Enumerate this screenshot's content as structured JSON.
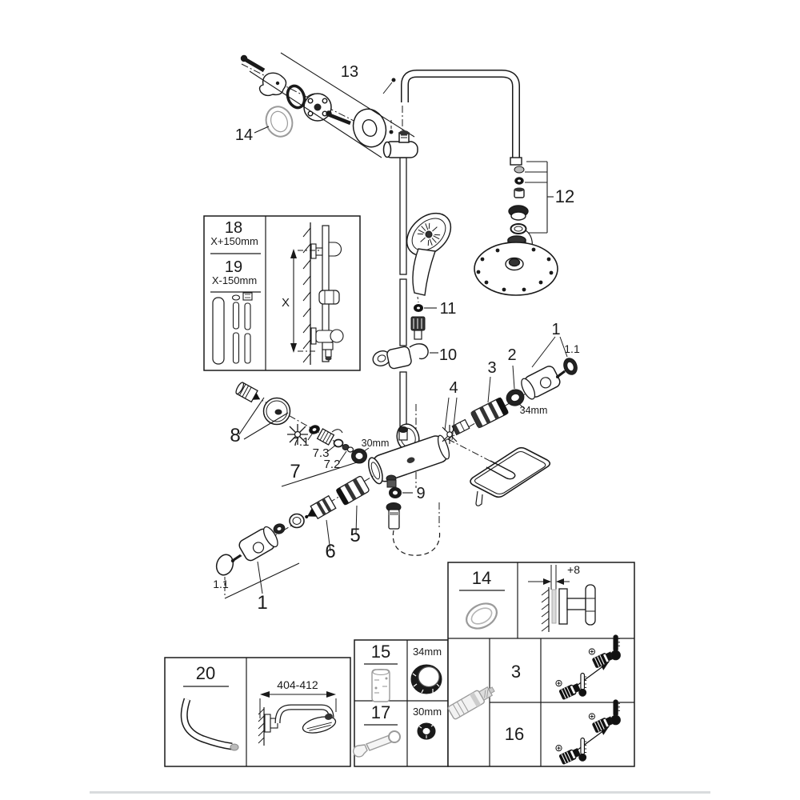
{
  "title": "Exploded parts diagram - thermostatic shower system",
  "colors": {
    "line": "#1a1a1a",
    "muted_part": "#9a9a9a",
    "separator": "#d9dcde"
  },
  "icons": {
    "calibration_cell": [
      "cartridge-icon",
      "thermometer-cold-icon",
      "thermometer-hot-icon",
      "arrow-up-right-icon"
    ],
    "other": [
      "wrench-icon",
      "wall-hatch-icon",
      "dimension-arrow-icon"
    ]
  },
  "drawing": {
    "callouts": {
      "p13": "13",
      "p14": "14",
      "p12": "12",
      "p11": "11",
      "p10": "10",
      "p8": "8",
      "p7": "7",
      "p7_1": "7.1",
      "p7_3": "7.3",
      "p7_2": "7.2",
      "p9": "9",
      "p5": "5",
      "p6": "6",
      "p4": "4",
      "p3": "3",
      "p2": "2",
      "p1_upper": "1",
      "p1_1_upper": "1.1",
      "p1_lower": "1",
      "p1_1_lower": "1.1",
      "dim_34mm": "34mm",
      "dim_30mm": "30mm"
    },
    "inset_length": {
      "part_a": "18",
      "dim_a": "X+150mm",
      "part_b": "19",
      "dim_b": "X-150mm",
      "axis": "X"
    }
  },
  "insets": {
    "arm": {
      "part": "20",
      "dim": "404-412"
    },
    "seal": {
      "part": "14",
      "dim": "+8"
    },
    "adapter": {
      "part": "15",
      "dim": "34mm"
    },
    "wrench": {
      "part": "17",
      "dim": "30mm"
    },
    "cartridge": {
      "part_new": "3",
      "part_alt": "16"
    }
  }
}
